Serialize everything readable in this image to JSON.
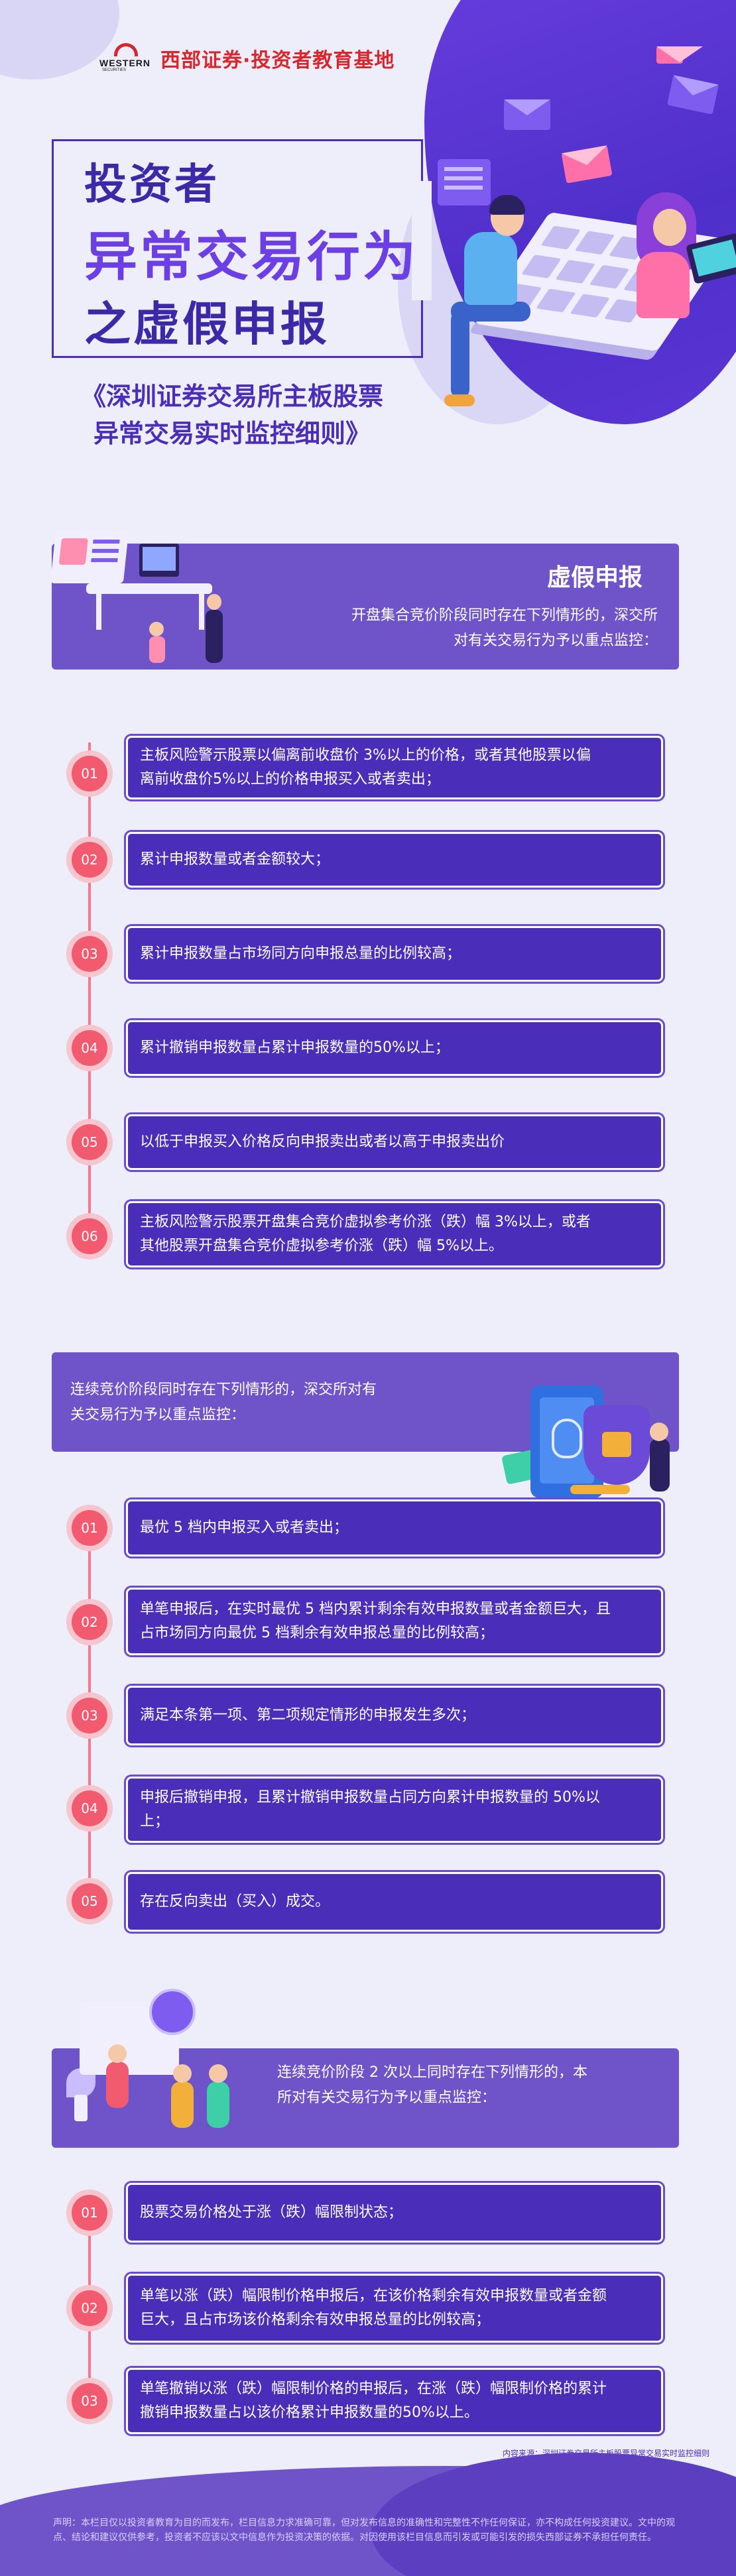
{
  "brand": {
    "logo_word": "WESTERN",
    "logo_sub": "SECURITIES",
    "name": "西部证券·投资者教育基地"
  },
  "title": {
    "line1": "投资者",
    "line2": "异常交易行为",
    "line3": "之虚假申报"
  },
  "subtitle": {
    "line1": "《深圳证券交易所主板股票",
    "line2": "异常交易实时监控细则》"
  },
  "section1": {
    "heading": "虚假申报",
    "intro_line1": "开盘集合竞价阶段同时存在下列情形的，深交所",
    "intro_line2": "对有关交易行为予以重点监控：",
    "items": [
      {
        "num": "01",
        "line1": "主板风险警示股票以偏离前收盘价 3%以上的价格，或者其他股票以偏",
        "line2": "离前收盘价5%以上的价格申报买入或者卖出；"
      },
      {
        "num": "02",
        "line1": "累计申报数量或者金额较大；",
        "line2": ""
      },
      {
        "num": "03",
        "line1": "累计申报数量占市场同方向申报总量的比例较高；",
        "line2": ""
      },
      {
        "num": "04",
        "line1": "累计撤销申报数量占累计申报数量的50%以上；",
        "line2": ""
      },
      {
        "num": "05",
        "line1": "以低于申报买入价格反向申报卖出或者以高于申报卖出价",
        "line2": ""
      },
      {
        "num": "06",
        "line1": "主板风险警示股票开盘集合竞价虚拟参考价涨（跌）幅 3%以上，或者",
        "line2": "其他股票开盘集合竞价虚拟参考价涨（跌）幅 5%以上。"
      }
    ]
  },
  "section2": {
    "intro_line1": "连续竞价阶段同时存在下列情形的，深交所对有",
    "intro_line2": "关交易行为予以重点监控：",
    "items": [
      {
        "num": "01",
        "line1": "最优 5 档内申报买入或者卖出；",
        "line2": ""
      },
      {
        "num": "02",
        "line1": "单笔申报后，在实时最优 5 档内累计剩余有效申报数量或者金额巨大，且",
        "line2": "占市场同方向最优 5 档剩余有效申报总量的比例较高；"
      },
      {
        "num": "03",
        "line1": "满足本条第一项、第二项规定情形的申报发生多次；",
        "line2": ""
      },
      {
        "num": "04",
        "line1": "申报后撤销申报，且累计撤销申报数量占同方向累计申报数量的 50%以",
        "line2": "上；"
      },
      {
        "num": "05",
        "line1": "存在反向卖出（买入）成交。",
        "line2": ""
      }
    ]
  },
  "section3": {
    "intro_line1": "连续竞价阶段 2 次以上同时存在下列情形的，本",
    "intro_line2": "所对有关交易行为予以重点监控：",
    "items": [
      {
        "num": "01",
        "line1": "股票交易价格处于涨（跌）幅限制状态；",
        "line2": ""
      },
      {
        "num": "02",
        "line1": "单笔以涨（跌）幅限制价格申报后，在该价格剩余有效申报数量或者金额",
        "line2": "巨大，且占市场该价格剩余有效申报总量的比例较高；"
      },
      {
        "num": "03",
        "line1": "单笔撤销以涨（跌）幅限制价格的申报后，在涨（跌）幅限制价格的累计",
        "line2": "撤销申报数量占以该价格累计申报数量的50%以上。"
      }
    ]
  },
  "footer": {
    "source": "内容来源：深圳证券交易所主板股票异常交易实时监控细则",
    "disclaimer": "声明：本栏目仅以投资者教育为目的而发布，栏目信息力求准确可靠，但对发布信息的准确性和完整性不作任何保证，亦不构成任何投资建议。文中的观点、结论和建议仅供参考，投资者不应该以文中信息作为投资决策的依据。对因使用该栏目信息而引发或可能引发的损失西部证券不承担任何责任。"
  },
  "colors": {
    "accent": "#4a2db8",
    "panel": "#6f54c9",
    "marker": "#f25a6f",
    "brand_red": "#d9262c"
  }
}
